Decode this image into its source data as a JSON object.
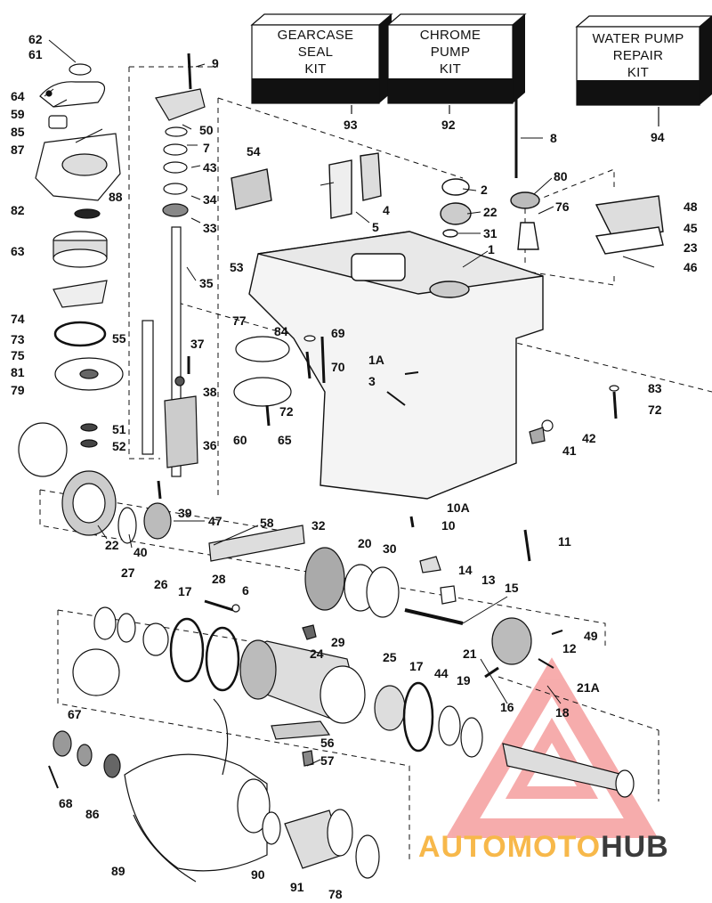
{
  "kits": [
    {
      "id": "kit-93",
      "line1": "GEARCASE",
      "line2": "SEAL",
      "line3": "KIT",
      "number": "93"
    },
    {
      "id": "kit-92",
      "line1": "CHROME",
      "line2": "PUMP",
      "line3": "KIT",
      "number": "92"
    },
    {
      "id": "kit-94",
      "line1": "WATER PUMP",
      "line2": "REPAIR",
      "line3": "KIT",
      "number": "94"
    }
  ],
  "parts": [
    "62",
    "61",
    "64",
    "59",
    "85",
    "87",
    "82",
    "88",
    "63",
    "74",
    "73",
    "75",
    "81",
    "79",
    "51",
    "52",
    "9",
    "50",
    "7",
    "43",
    "34",
    "33",
    "35",
    "55",
    "37",
    "38",
    "36",
    "39",
    "54",
    "53",
    "4",
    "5",
    "2",
    "22",
    "31",
    "1",
    "8",
    "80",
    "76",
    "48",
    "45",
    "23",
    "46",
    "77",
    "84",
    "69",
    "72",
    "70",
    "60",
    "65",
    "1A",
    "3",
    "83",
    "72",
    "42",
    "41",
    "10A",
    "10",
    "22",
    "40",
    "47",
    "58",
    "32",
    "20",
    "30",
    "11",
    "14",
    "13",
    "15",
    "27",
    "26",
    "17",
    "28",
    "6",
    "29",
    "24",
    "25",
    "17",
    "44",
    "19",
    "21",
    "12",
    "49",
    "21A",
    "16",
    "18",
    "67",
    "68",
    "86",
    "56",
    "57",
    "89",
    "90",
    "91",
    "78"
  ],
  "watermark": {
    "part1": "AUTOMOTO",
    "part2": "HUB"
  },
  "colors": {
    "ink": "#111111",
    "watermark_triangle": "#f06a6a",
    "watermark_text": "#f7b84a"
  }
}
